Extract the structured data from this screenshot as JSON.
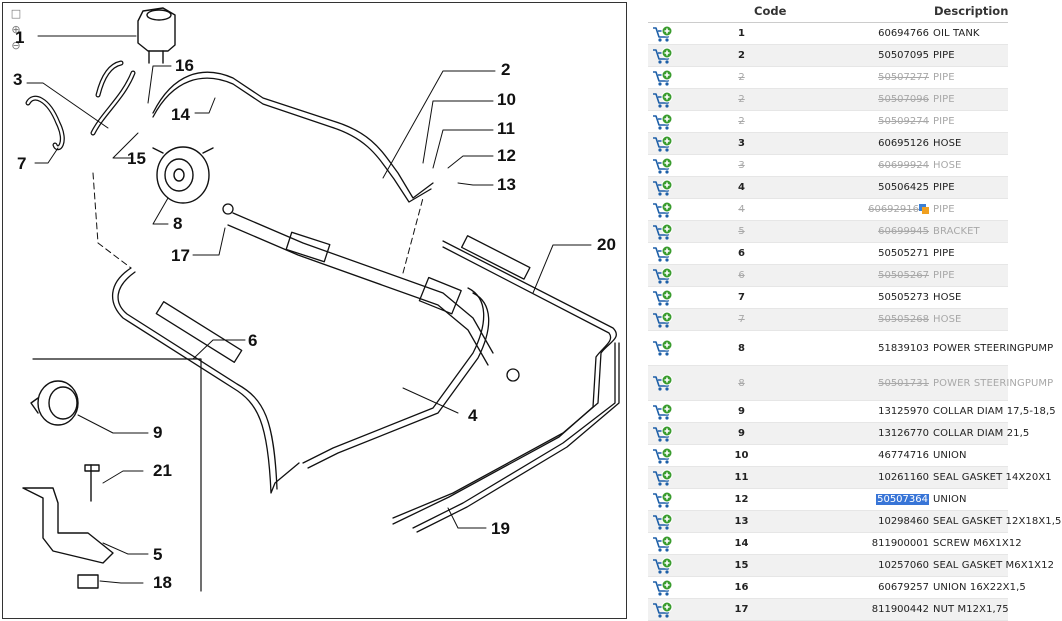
{
  "diagram": {
    "zoom_tools": [
      "fit-icon",
      "zoom-in-icon",
      "zoom-out-icon"
    ],
    "callouts": [
      "1",
      "2",
      "3",
      "4",
      "5",
      "6",
      "7",
      "8",
      "9",
      "10",
      "11",
      "12",
      "13",
      "14",
      "15",
      "16",
      "17",
      "18",
      "19",
      "20",
      "21"
    ]
  },
  "table": {
    "headers": {
      "code": "Code",
      "description": "Description"
    },
    "rows": [
      {
        "ref": "1",
        "code": "60694766",
        "desc": "OIL TANK",
        "old": false
      },
      {
        "ref": "2",
        "code": "50507095",
        "desc": "PIPE",
        "old": false
      },
      {
        "ref": "2",
        "code": "50507277",
        "desc": "PIPE",
        "old": true
      },
      {
        "ref": "2",
        "code": "50507096",
        "desc": "PIPE",
        "old": true
      },
      {
        "ref": "2",
        "code": "50509274",
        "desc": "PIPE",
        "old": true
      },
      {
        "ref": "3",
        "code": "60695126",
        "desc": "HOSE",
        "old": false
      },
      {
        "ref": "3",
        "code": "60699924",
        "desc": "HOSE",
        "old": true
      },
      {
        "ref": "4",
        "code": "50506425",
        "desc": "PIPE",
        "old": false
      },
      {
        "ref": "4",
        "code": "60692916",
        "desc": "PIPE",
        "old": true,
        "badge": true
      },
      {
        "ref": "5",
        "code": "60699945",
        "desc": "BRACKET",
        "old": true
      },
      {
        "ref": "6",
        "code": "50505271",
        "desc": "PIPE",
        "old": false
      },
      {
        "ref": "6",
        "code": "50505267",
        "desc": "PIPE",
        "old": true
      },
      {
        "ref": "7",
        "code": "50505273",
        "desc": "HOSE",
        "old": false
      },
      {
        "ref": "7",
        "code": "50505268",
        "desc": "HOSE",
        "old": true
      },
      {
        "ref": "8",
        "code": "51839103",
        "desc": "POWER STEERINGPUMP",
        "old": false,
        "tall": true
      },
      {
        "ref": "8",
        "code": "50501731",
        "desc": "POWER STEERINGPUMP",
        "old": true,
        "tall": true
      },
      {
        "ref": "9",
        "code": "13125970",
        "desc": "COLLAR DIAM 17,5-18,5",
        "old": false
      },
      {
        "ref": "9",
        "code": "13126770",
        "desc": "COLLAR DIAM 21,5",
        "old": false
      },
      {
        "ref": "10",
        "code": "46774716",
        "desc": "UNION",
        "old": false
      },
      {
        "ref": "11",
        "code": "10261160",
        "desc": "SEAL GASKET 14X20X1",
        "old": false
      },
      {
        "ref": "12",
        "code": "50507364",
        "desc": "UNION",
        "old": false,
        "selected": true
      },
      {
        "ref": "13",
        "code": "10298460",
        "desc": "SEAL GASKET 12X18X1,5",
        "old": false
      },
      {
        "ref": "14",
        "code": "811900001",
        "desc": "SCREW M6X1X12",
        "old": false
      },
      {
        "ref": "15",
        "code": "10257060",
        "desc": "SEAL GASKET M6X1X12",
        "old": false
      },
      {
        "ref": "16",
        "code": "60679257",
        "desc": "UNION 16X22X1,5",
        "old": false
      },
      {
        "ref": "17",
        "code": "811900442",
        "desc": "NUT M12X1,75",
        "old": false
      }
    ]
  },
  "colors": {
    "selection": "#3875d7",
    "obsolete_text": "#a8a8a8",
    "row_alt": "#f1f1f1",
    "cart_blue": "#1d5fa8",
    "cart_green": "#3a9c2e"
  }
}
